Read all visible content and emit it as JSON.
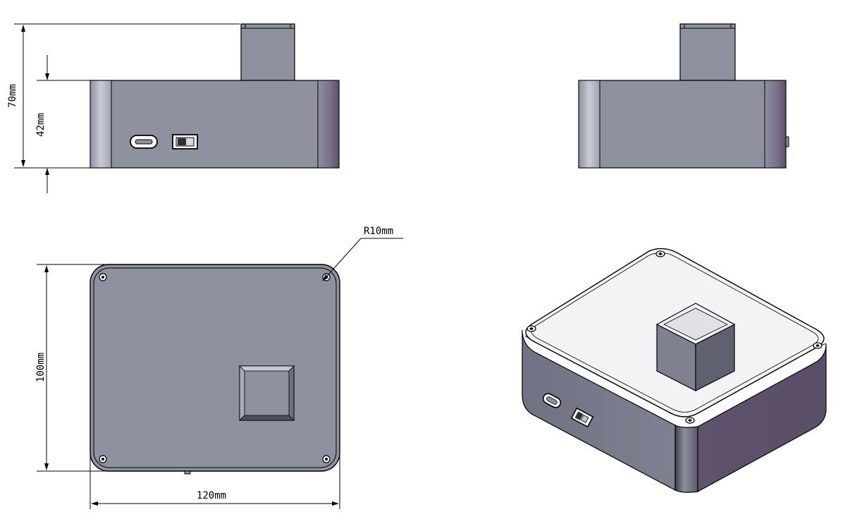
{
  "dimensions": {
    "height_total": "70mm",
    "height_body": "42mm",
    "depth": "100mm",
    "width": "120mm",
    "corner_radius": "R10mm"
  },
  "colors": {
    "body_gray": "#8d929e",
    "body_dark": "#6d7080",
    "body_light": "#c8cad3",
    "side_purple": "#5e5468",
    "top_white": "#f3f3f5",
    "outline": "#000000"
  }
}
